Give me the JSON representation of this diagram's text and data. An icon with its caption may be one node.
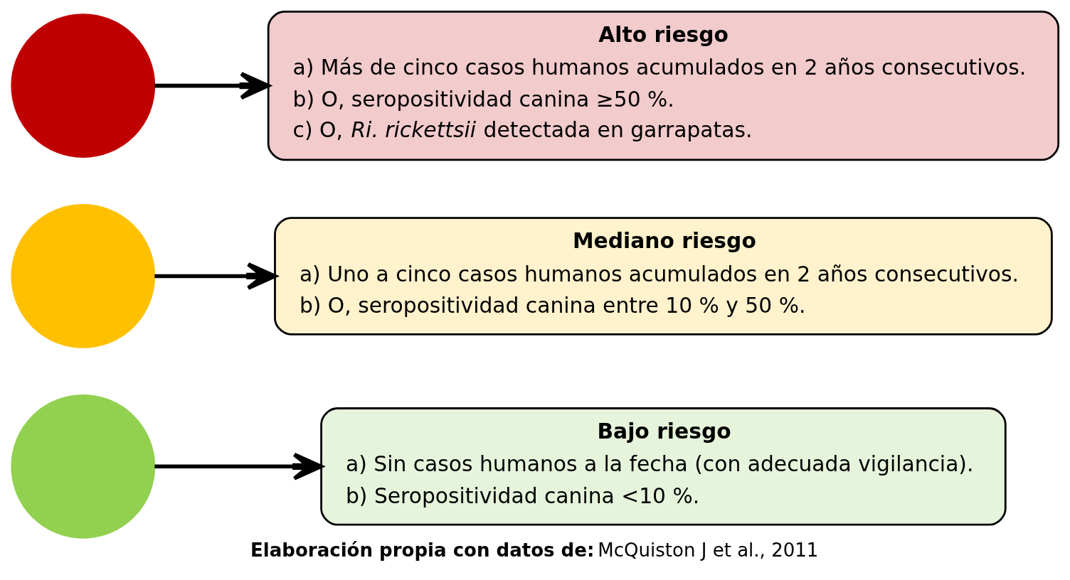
{
  "diagram": {
    "caption": "**Elaboración propia con datos de:** McQuiston J et al., 2011",
    "nodes": [
      {
        "text": [],
        "shape": "circle"
      },
      {
        "text": [],
        "shape": "circle"
      },
      {
        "text": [],
        "shape": "circle"
      },
      {
        "text": [
          "Alto riesgo",
          "a) Más de cinco casos humanos acumulados en 2 años consecutivos.",
          "b) O, seropositividad canina ≥50 %.",
          "c) O, *Ri. rickettsii* detectada en garrapatas."
        ]
      },
      {
        "text": [
          "Mediano riesgo",
          "a) Uno a cinco casos humanos acumulados en 2 años consecutivos.",
          "b) O, seropositividad canina entre 10 % y 50 %."
        ]
      },
      {
        "text": [
          "Bajo riesgo",
          "a) Sin casos humanos a la fecha (con adecuada vigilancia).",
          "b) Seropositividad canina <10 %."
        ]
      }
    ],
    "edges": [
      {
        "from": 0,
        "to": 3,
        "arrow": "to"
      },
      {
        "from": 1,
        "to": 4,
        "arrow": "to"
      },
      {
        "from": 2,
        "to": 5,
        "arrow": "to"
      }
    ]
  }
}
